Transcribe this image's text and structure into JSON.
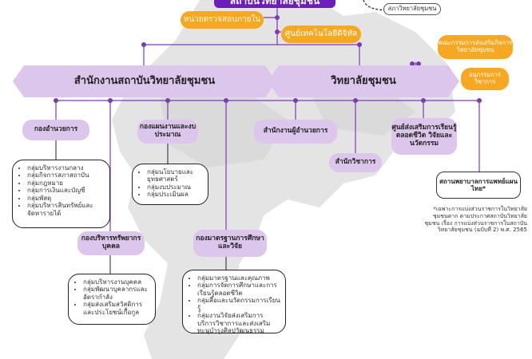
{
  "colors": {
    "purple": "#6b1fb8",
    "orange": "#f7a823",
    "lavender": "#dcc6ec",
    "map": "#e3e3e3",
    "line": "#7a3bb5"
  },
  "top": {
    "title": "สถาบันวิทยาลัยชุมชน"
  },
  "council": "สภาวิทยาลัยชุมชน",
  "audit": "หน่วยตรวจสอบภายใน",
  "digital": "ศูนย์เทคโนโลยีดิจิทัล",
  "committee": "คณะกรรมการส่งเสริมกิจการวิทยาลัยชุมชน",
  "subcommittee": "อนุกรรมการวิชาการ",
  "office_band": "สำนักงานสถาบันวิทยาลัยชุมชน",
  "college_band": "วิทยาลัยชุมชน",
  "divisions": {
    "admin": {
      "title": "กองอำนวยการ",
      "items": [
        "กลุ่มบริหารงานกลาง",
        "กลุ่มกิจการสภาสถาบัน",
        "กลุ่มกฎหมาย",
        "กลุ่มการเงินและบัญชี",
        "กลุ่มพัสดุ",
        "กลุ่มบริหารสินทรัพย์และจัดหารายได้"
      ]
    },
    "plan": {
      "title": "กองแผนงานและงบประมาณ",
      "items": [
        "กลุ่มนโยบายและยุทธศาสตร์",
        "กลุ่มงบประมาณ",
        "กลุ่มประเมินผล"
      ]
    },
    "hr": {
      "title": "กองบริหารทรัพยากรบุคคล",
      "items": [
        "กลุ่มบริหารงานบุคคล",
        "กลุ่มพัฒนาบุคลากรและอัตรากำลัง",
        "กลุ่มส่งเสริมสวัสดิการและประโยชน์เกื้อกูล"
      ]
    },
    "std": {
      "title": "กองมาตรฐานการศึกษาและวิจัย",
      "items": [
        "กลุ่มมาตรฐานและคุณภาพ",
        "กลุ่มการจัดการศึกษาและการเรียนรู้ตลอดชีวิต",
        "กลุ่มสื่อและนวัตกรรมการเรียนรู้",
        "กลุ่มงานวิจัยส่งเสริมการบริการวิชาการและส่งเสริมทะนุบำรุงศิลปวัฒนธรรม"
      ]
    }
  },
  "college_units": {
    "director": "สำนักงานผู้อำนวยการ",
    "academic": "สำนักวิชาการ",
    "lifelong": "ศูนย์ส่งเสริมการเรียนรู้ตลอดชีวิต วิจัยและนวัตกรรม",
    "hospital": "สถานพยาบาลการแพทย์แผนไทย*"
  },
  "footnote": "*เฉพาะการแบ่งส่วนราชการในวิทยาลัยชุมชนตาก ตามประกาศสถาบันวิทยาลัยชุมชน เรื่อง การแบ่งส่วนราชการในสถาบันวิทยาลัยชุมชน (ฉบับที่ 2) พ.ศ. 2565"
}
